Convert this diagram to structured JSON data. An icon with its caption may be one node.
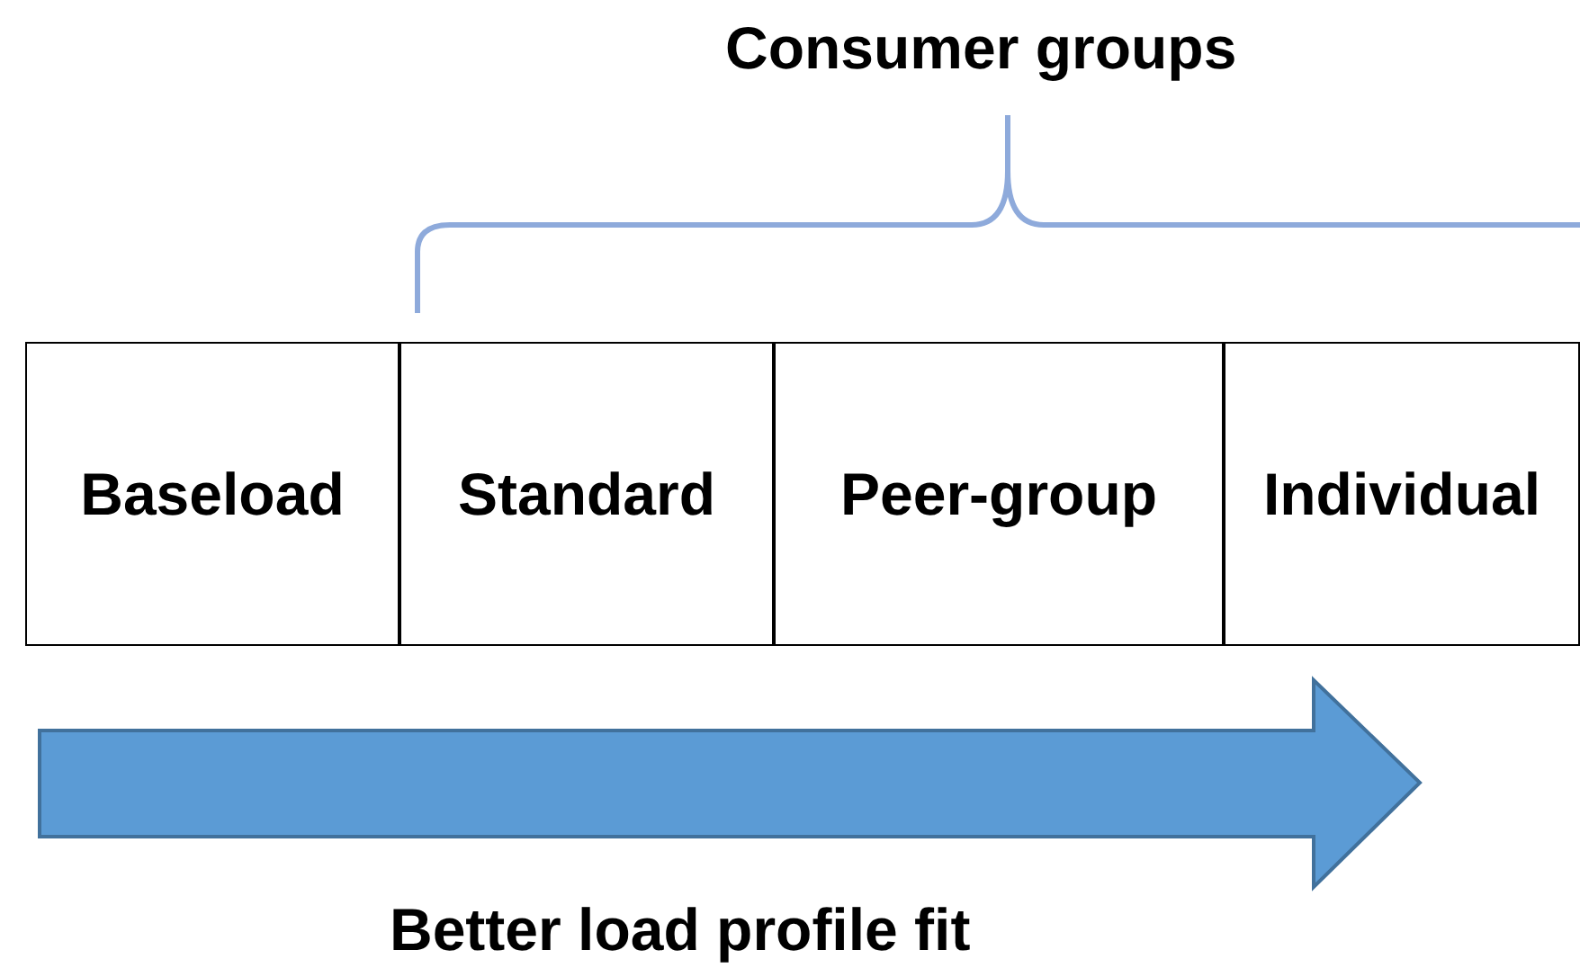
{
  "diagram": {
    "nodes": [
      {
        "text": [
          "Baseload"
        ]
      },
      {
        "text": [
          "Standard"
        ]
      },
      {
        "text": [
          "Peer-group"
        ]
      },
      {
        "text": [
          "Individual"
        ]
      }
    ],
    "labels": [
      "Consumer groups",
      "Better load profile fit"
    ]
  }
}
